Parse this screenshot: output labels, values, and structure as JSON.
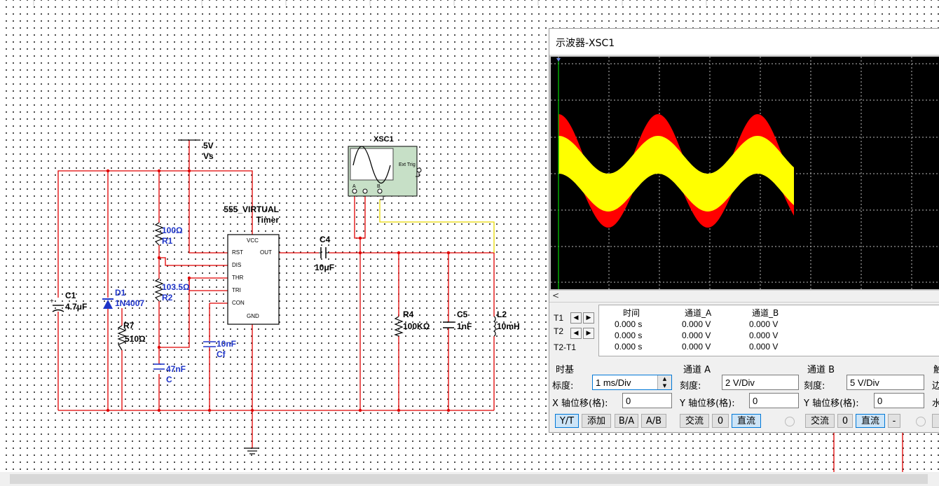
{
  "circuit": {
    "vs_value": "5V",
    "vs_name": "Vs",
    "timer_model": "555_VIRTUAL",
    "timer_name": "Timer",
    "pin_vcc": "VCC",
    "pin_rst": "RST",
    "pin_out": "OUT",
    "pin_dis": "DIS",
    "pin_thr": "THR",
    "pin_tri": "TRI",
    "pin_con": "CON",
    "pin_gnd": "GND",
    "r1_value": "100Ω",
    "r1_name": "R1",
    "r2_value": "103.5Ω",
    "r2_name": "R2",
    "r7_name": "R7",
    "r7_value": "510Ω",
    "c1_name": "C1",
    "c1_value": "4.7μF",
    "d1_name": "D1",
    "d1_value": "1N4007",
    "c_value": "47nF",
    "c_name": "C",
    "cf_value": "10nF",
    "cf_name": "Cf",
    "c4_name": "C4",
    "c4_value": "10μF",
    "r4_name": "R4",
    "r4_value": "100KΩ",
    "c5_name": "C5",
    "c5_value": "1nF",
    "l2_name": "L2",
    "l2_value": "10mH",
    "xsc_name": "XSC1",
    "xsc_ext_trig": "Ext Trig",
    "xsc_a": "A",
    "xsc_b": "B",
    "wire_color": "#e00000",
    "probe_b_color": "#e8d800"
  },
  "scope": {
    "title": "示波器-XSC1",
    "colors": {
      "channel_a": "#ff0000",
      "channel_b": "#ffff00",
      "grid": "#bbbbbb",
      "background": "#000000"
    },
    "t1_label": "T1",
    "t2_label": "T2",
    "t2t1_label": "T2-T1",
    "headers": {
      "time": "时间",
      "channel_a": "通道_A",
      "channel_b": "通道_B"
    },
    "rows": [
      {
        "time": "0.000 s",
        "a": "0.000 V",
        "b": "0.000 V"
      },
      {
        "time": "0.000 s",
        "a": "0.000 V",
        "b": "0.000 V"
      },
      {
        "time": "0.000 s",
        "a": "0.000 V",
        "b": "0.000 V"
      }
    ],
    "timebase": {
      "title": "时基",
      "scale_label": "标度:",
      "scale_value": "1 ms/Div",
      "xpos_label": "X 轴位移(格):",
      "xpos_value": "0",
      "btn_yt": "Y/T",
      "btn_add": "添加",
      "btn_ba": "B/A",
      "btn_ab": "A/B"
    },
    "channel_a": {
      "title": "通道 A",
      "scale_label": "刻度:",
      "scale_value": "2  V/Div",
      "ypos_label": "Y 轴位移(格):",
      "ypos_value": "0",
      "btn_ac": "交流",
      "btn_zero": "0",
      "btn_dc": "直流"
    },
    "channel_b": {
      "title": "通道 B",
      "scale_label": "刻度:",
      "scale_value": "5  V/Div",
      "ypos_label": "Y 轴位移(格):",
      "ypos_value": "0",
      "btn_ac": "交流",
      "btn_zero": "0",
      "btn_dc": "直流",
      "btn_minus": "-"
    },
    "trigger": {
      "title_partial": "触",
      "edge_partial": "边",
      "level_partial": "水"
    }
  }
}
